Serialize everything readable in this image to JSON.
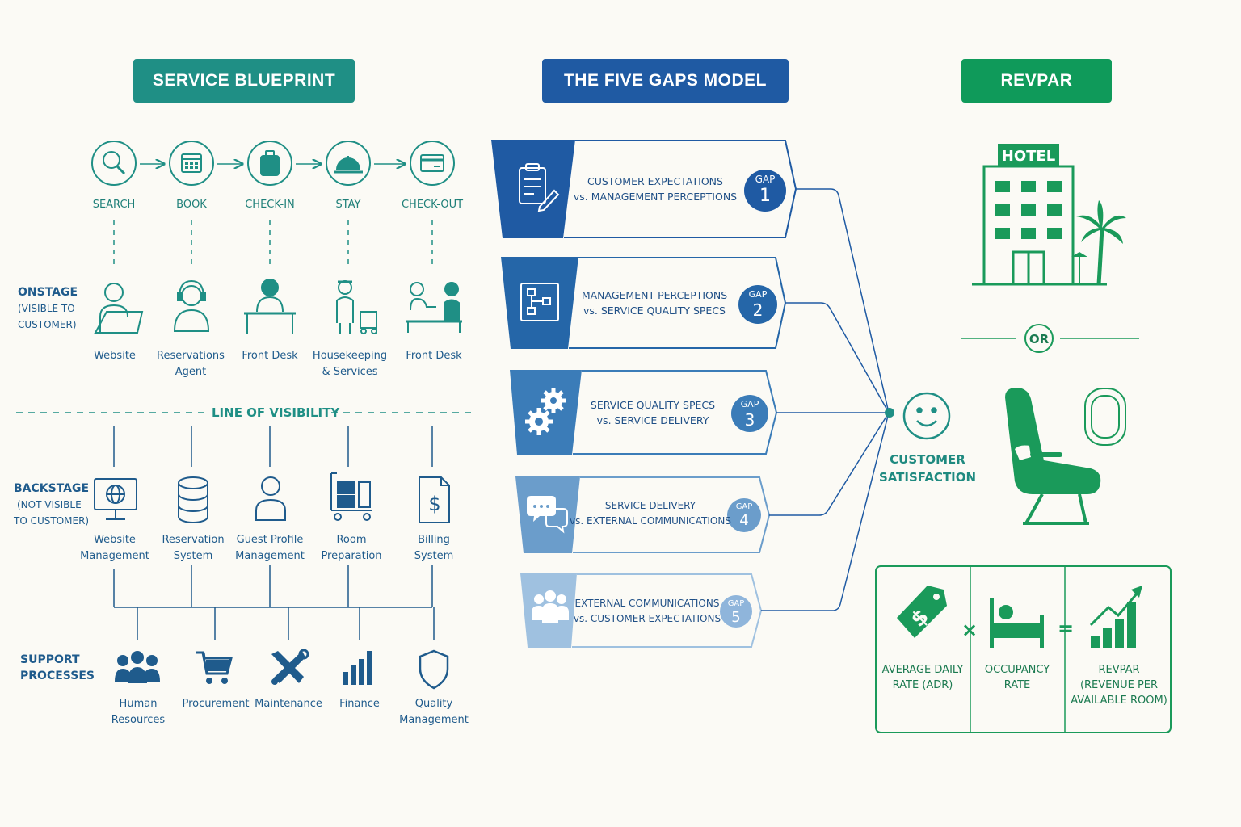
{
  "headers": {
    "blueprint": "SERVICE BLUEPRINT",
    "gaps": "THE FIVE GAPS MODEL",
    "revpar": "REVPAR"
  },
  "colors": {
    "teal": "#1f8f85",
    "blue": "#1f5aa3",
    "green": "#0f9a5a",
    "navy": "#1f5b8c"
  },
  "blueprint": {
    "steps": [
      "SEARCH",
      "BOOK",
      "CHECK-IN",
      "STAY",
      "CHECK-OUT"
    ],
    "onstage_title": "ONSTAGE",
    "onstage_sub1": "(VISIBLE TO",
    "onstage_sub2": "CUSTOMER)",
    "onstage": [
      {
        "l1": "Website",
        "l2": ""
      },
      {
        "l1": "Reservations",
        "l2": "Agent"
      },
      {
        "l1": "Front Desk",
        "l2": ""
      },
      {
        "l1": "Housekeeping",
        "l2": "& Services"
      },
      {
        "l1": "Front Desk",
        "l2": ""
      }
    ],
    "line_of_visibility": "LINE OF VISIBILITY",
    "backstage_title": "BACKSTAGE",
    "backstage_sub1": "(NOT VISIBLE",
    "backstage_sub2": "TO CUSTOMER)",
    "backstage": [
      {
        "l1": "Website",
        "l2": "Management"
      },
      {
        "l1": "Reservation",
        "l2": "System"
      },
      {
        "l1": "Guest Profile",
        "l2": "Management"
      },
      {
        "l1": "Room",
        "l2": "Preparation"
      },
      {
        "l1": "Billing",
        "l2": "System"
      }
    ],
    "support_title1": "SUPPORT",
    "support_title2": "PROCESSES",
    "support": [
      {
        "l1": "Human",
        "l2": "Resources"
      },
      {
        "l1": "Procurement",
        "l2": ""
      },
      {
        "l1": "Maintenance",
        "l2": ""
      },
      {
        "l1": "Finance",
        "l2": ""
      },
      {
        "l1": "Quality",
        "l2": "Management"
      }
    ]
  },
  "gaps": [
    {
      "l1": "CUSTOMER EXPECTATIONS",
      "l2": "vs. MANAGEMENT PERCEPTIONS",
      "gap": "GAP",
      "num": "1",
      "icon": "clipboard-icon"
    },
    {
      "l1": "MANAGEMENT PERCEPTIONS",
      "l2": "vs. SERVICE QUALITY SPECS",
      "gap": "GAP",
      "num": "2",
      "icon": "flowchart-icon"
    },
    {
      "l1": "SERVICE QUALITY SPECS",
      "l2": "vs. SERVICE DELIVERY",
      "gap": "GAP",
      "num": "3",
      "icon": "gears-icon"
    },
    {
      "l1": "SERVICE DELIVERY",
      "l2": "vs. EXTERNAL COMMUNICATIONS",
      "gap": "GAP",
      "num": "4",
      "icon": "chat-bubbles-icon"
    },
    {
      "l1": "EXTERNAL COMMUNICATIONS",
      "l2": "vs. CUSTOMER EXPECTATIONS",
      "gap": "GAP",
      "num": "5",
      "icon": "people-group-icon"
    }
  ],
  "customer_satisfaction": {
    "l1": "CUSTOMER",
    "l2": "SATISFACTION"
  },
  "revpar": {
    "hotel_sign": "HOTEL",
    "or": "OR",
    "times": "×",
    "equals": "=",
    "adr": {
      "l1": "AVERAGE DAILY",
      "l2": "RATE (ADR)"
    },
    "occupancy": {
      "l1": "OCCUPANCY",
      "l2": "RATE"
    },
    "result": {
      "l1": "REVPAR",
      "l2": "(REVENUE PER",
      "l3": "AVAILABLE ROOM)"
    }
  }
}
